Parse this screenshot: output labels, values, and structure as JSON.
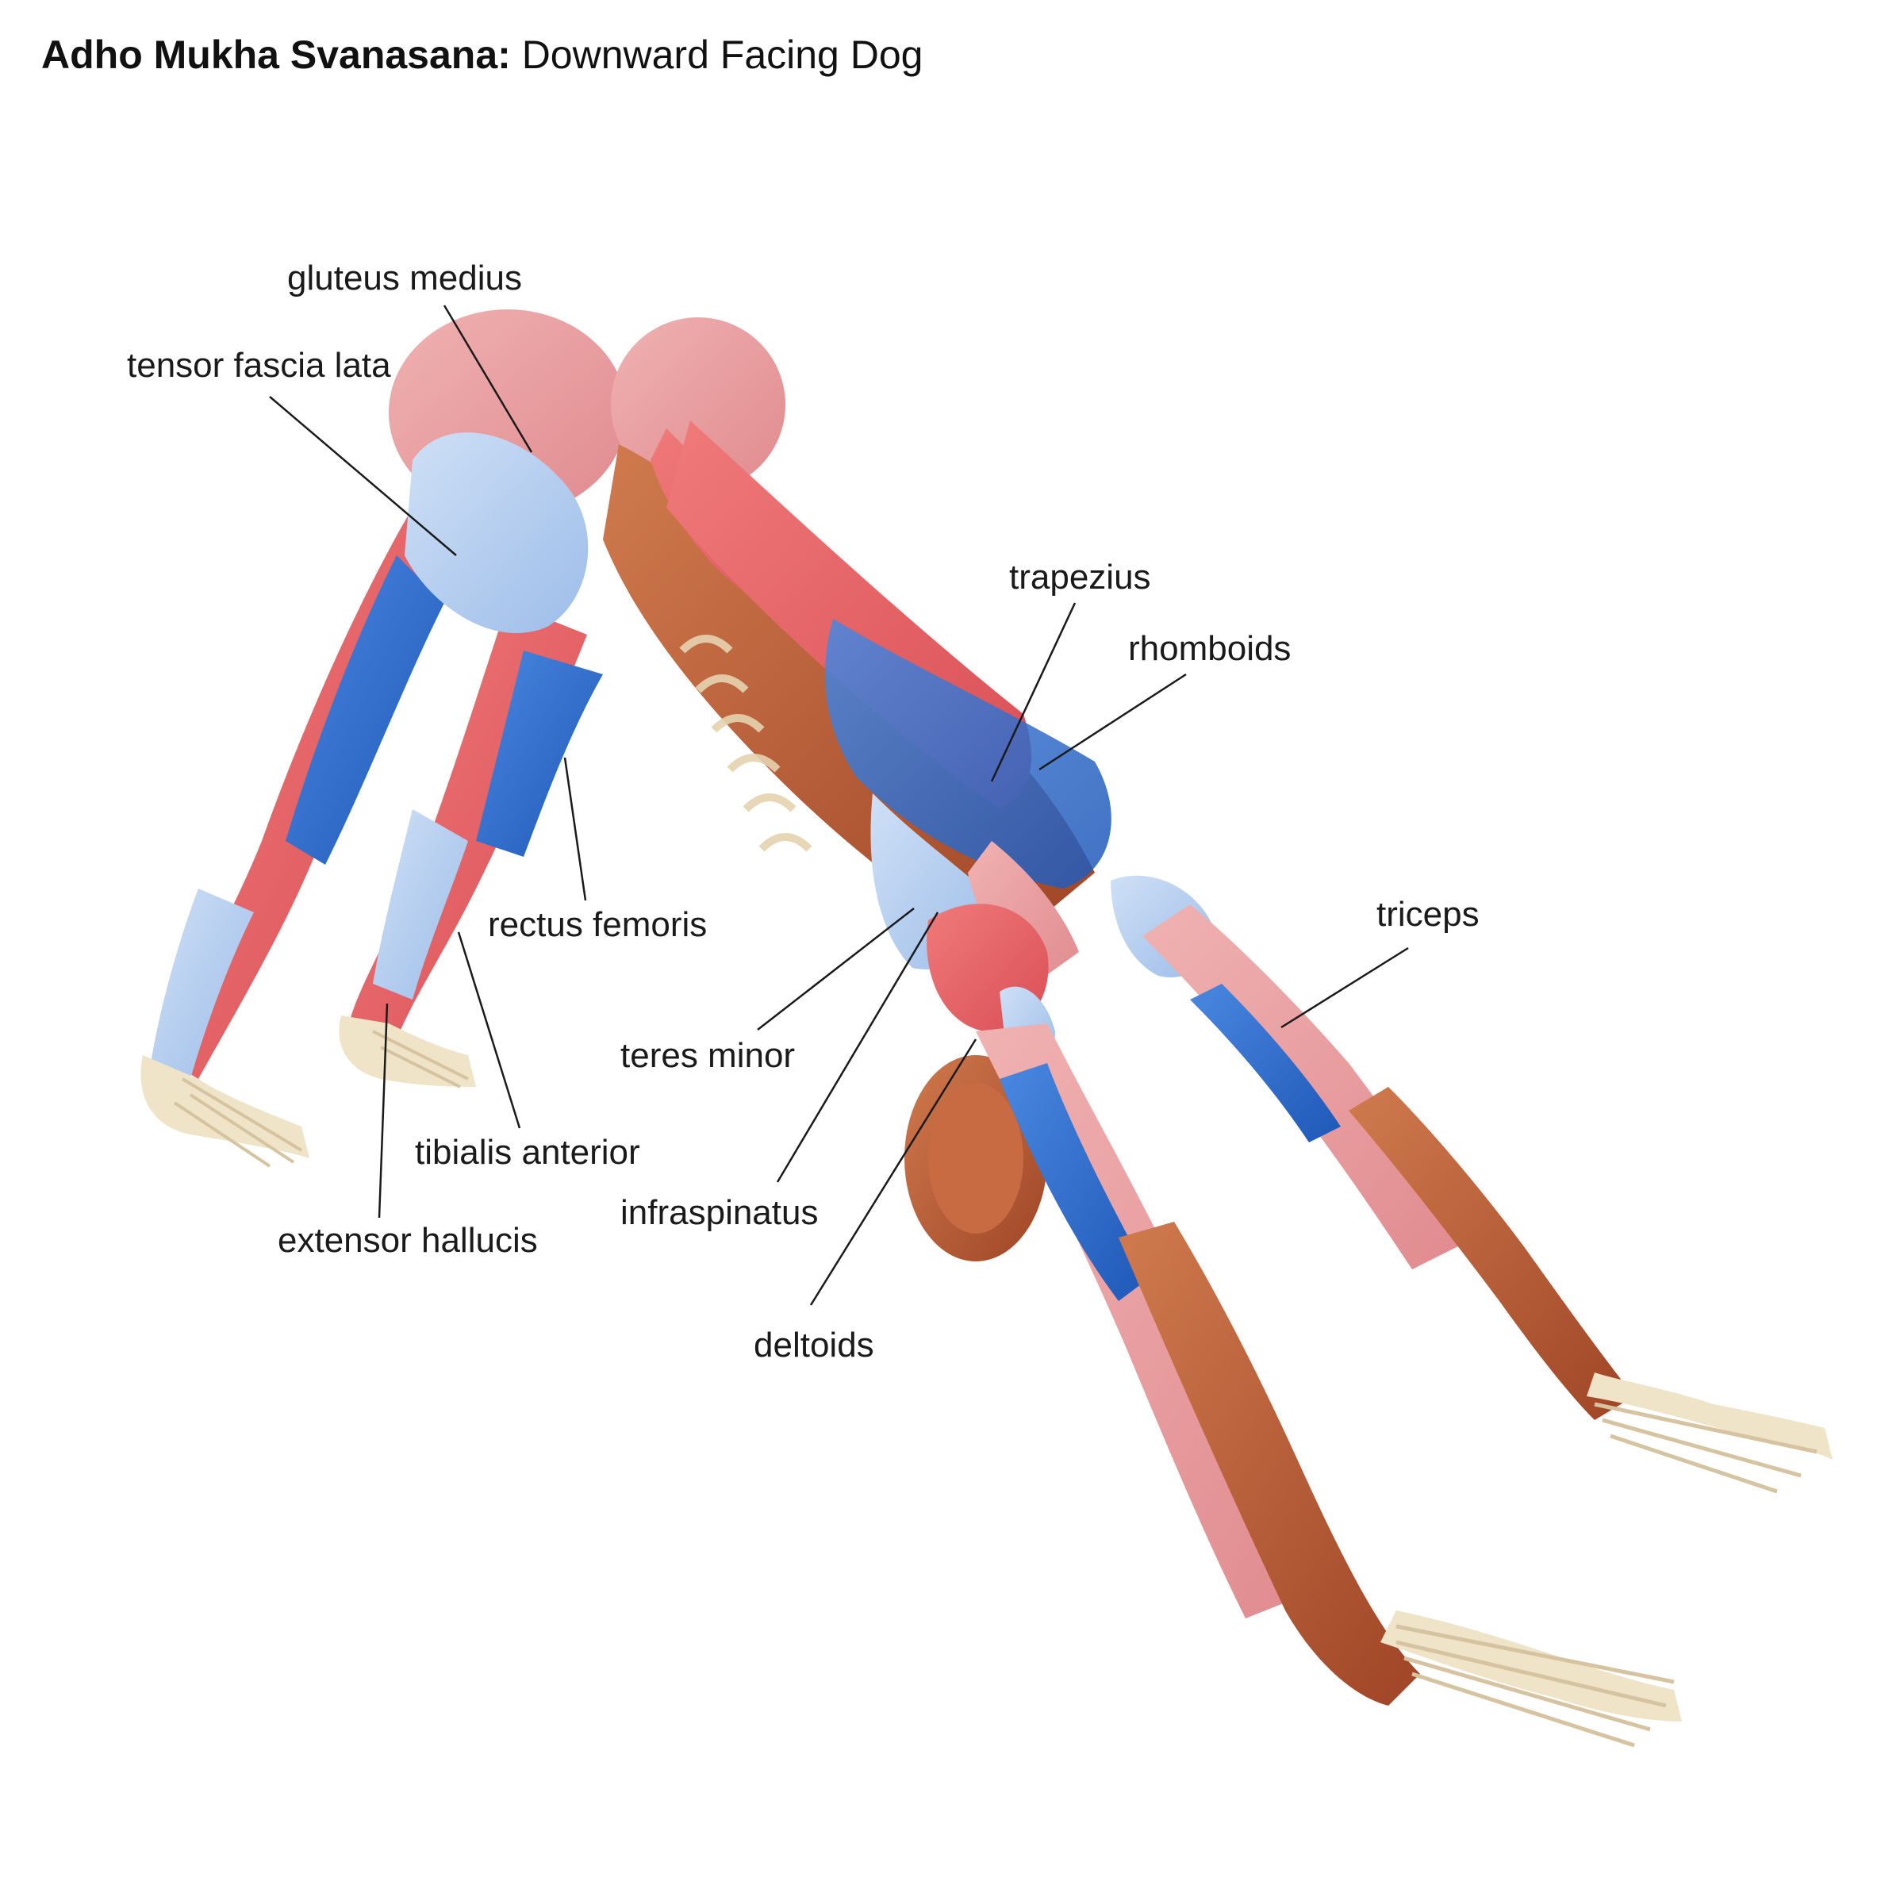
{
  "title": {
    "bold": "Adho Mukha Svanasana:",
    "rest": " Downward Facing Dog"
  },
  "labels": {
    "gluteus_medius": "gluteus medius",
    "tensor_fascia_lata": "tensor fascia lata",
    "trapezius": "trapezius",
    "rhomboids": "rhomboids",
    "triceps": "triceps",
    "rectus_femoris": "rectus femoris",
    "teres_minor": "teres minor",
    "tibialis_anterior": "tibialis anterior",
    "infraspinatus": "infraspinatus",
    "extensor_hallucis": "extensor hallucis",
    "deltoids": "deltoids"
  },
  "colors": {
    "active_muscle": "#ee6a6a",
    "stretched_muscle": "#2f6fd0",
    "light_blue": "#a9c6ec",
    "pink": "#e8a0a4",
    "brown_muscle": "#b5562f",
    "bone": "#efe3c8"
  }
}
